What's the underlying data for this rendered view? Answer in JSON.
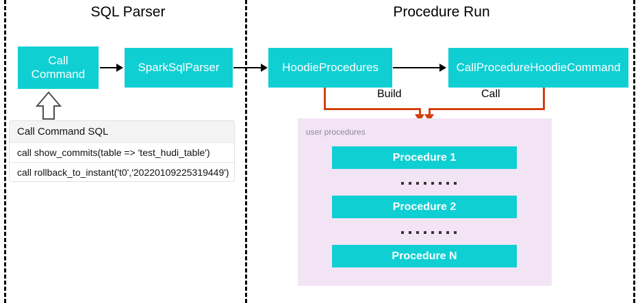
{
  "diagram": {
    "sections": [
      {
        "title": "SQL Parser"
      },
      {
        "title": "Procedure Run"
      }
    ],
    "nodes": {
      "call_command": "Call\nCommand",
      "call_command_line1": "Call",
      "call_command_line2": "Command",
      "spark_sql_parser": "SparkSqlParser",
      "hoodie_procedures": "HoodieProcedures",
      "call_procedure_hoodie_command": "CallProcedureHoodieCommand"
    },
    "edge_labels": {
      "build": "Build",
      "call": "Call"
    },
    "sql_table": {
      "header": "Call Command SQL",
      "rows": [
        "call show_commits(table => 'test_hudi_table')",
        "call rollback_to_instant('t0','20220109225319449')"
      ]
    },
    "user_procedures": {
      "caption": "user procedures",
      "items": [
        "Procedure 1",
        "Procedure 2",
        "Procedure N"
      ],
      "ellipsis_dot_count": 8
    },
    "colors": {
      "teal": "#0FCFD3",
      "orange": "#D2400E",
      "purple_panel": "#F2E4F5",
      "table_header_bg": "#F4F4F4",
      "divider": "#000000",
      "text_light": "#8C8C99"
    }
  }
}
